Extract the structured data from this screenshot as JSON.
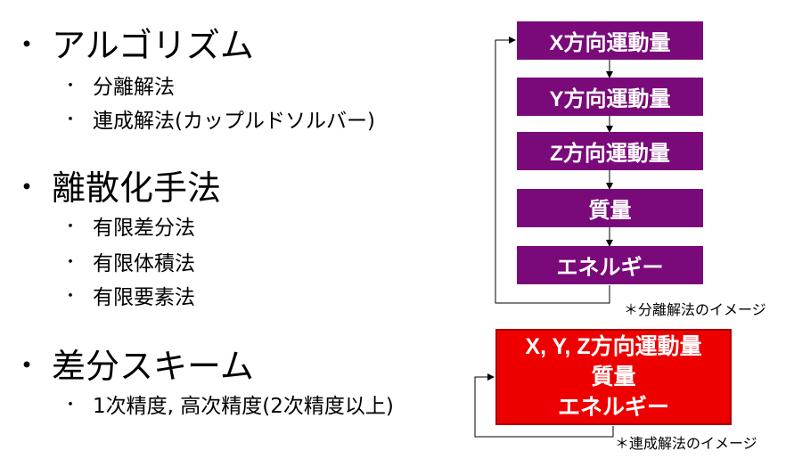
{
  "bullets": [
    {
      "label": "アルゴリズム",
      "items": [
        "分離解法",
        "連成解法(カップルドソルバー)"
      ]
    },
    {
      "label": "離散化手法",
      "items": [
        "有限差分法",
        "有限体積法",
        "有限要素法"
      ]
    },
    {
      "label": "差分スキーム",
      "items": [
        "1次精度, 高次精度(2次精度以上)"
      ]
    }
  ],
  "bullet_mark": "・",
  "sub_bullet_mark": "・",
  "segregated": {
    "boxes": [
      "X方向運動量",
      "Y方向運動量",
      "Z方向運動量",
      "質量",
      "エネルギー"
    ],
    "caption": "＊分離解法のイメージ",
    "box_color": "#7a0a7a"
  },
  "coupled": {
    "lines": [
      "X, Y, Z方向運動量",
      "質量",
      "エネルギー"
    ],
    "caption": "＊連成解法のイメージ",
    "box_color": "#ee0000"
  }
}
